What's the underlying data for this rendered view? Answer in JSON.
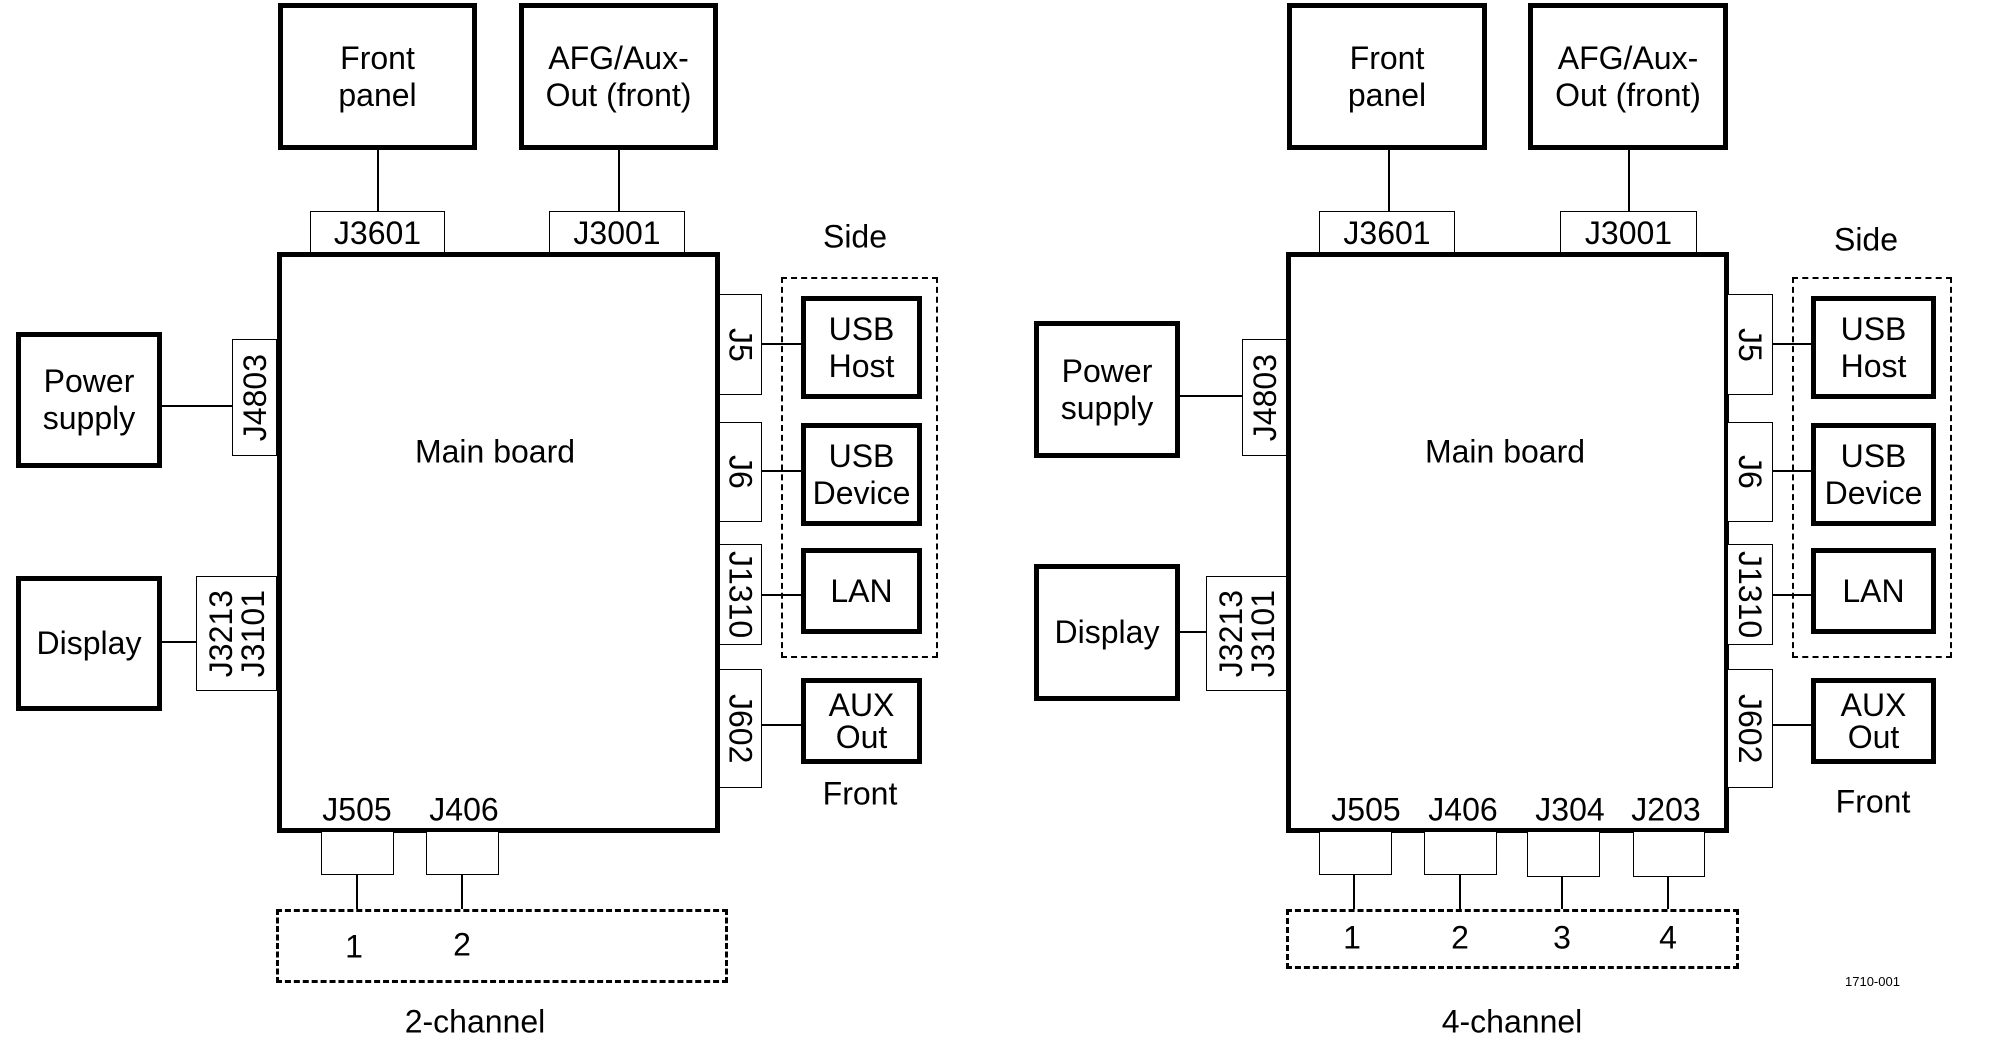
{
  "figure_id": "1710-001",
  "diagrams": [
    {
      "caption": "2-channel",
      "main_board": "Main board",
      "top_components": [
        {
          "label": "Front\npanel",
          "connector": "J3601"
        },
        {
          "label": "AFG/Aux-\nOut (front)",
          "connector": "J3001"
        }
      ],
      "left_components": [
        {
          "label": "Power\nsupply",
          "connector": "J4803"
        },
        {
          "label": "Display",
          "connector_lines": [
            "J3213",
            "J3101"
          ]
        }
      ],
      "side_group_label": "Side",
      "side_components": [
        {
          "label": "USB\nHost",
          "connector": "J5"
        },
        {
          "label": "USB\nDevice",
          "connector": "J6"
        },
        {
          "label": "LAN",
          "connector": "J1310"
        }
      ],
      "front_group_label": "Front",
      "front_components": [
        {
          "label": "AUX\nOut",
          "connector": "J602"
        }
      ],
      "channels": [
        {
          "connector": "J505",
          "number": "1"
        },
        {
          "connector": "J406",
          "number": "2"
        }
      ]
    },
    {
      "caption": "4-channel",
      "main_board": "Main board",
      "top_components": [
        {
          "label": "Front\npanel",
          "connector": "J3601"
        },
        {
          "label": "AFG/Aux-\nOut (front)",
          "connector": "J3001"
        }
      ],
      "left_components": [
        {
          "label": "Power\nsupply",
          "connector": "J4803"
        },
        {
          "label": "Display",
          "connector_lines": [
            "J3213",
            "J3101"
          ]
        }
      ],
      "side_group_label": "Side",
      "side_components": [
        {
          "label": "USB\nHost",
          "connector": "J5"
        },
        {
          "label": "USB\nDevice",
          "connector": "J6"
        },
        {
          "label": "LAN",
          "connector": "J1310"
        }
      ],
      "front_group_label": "Front",
      "front_components": [
        {
          "label": "AUX\nOut",
          "connector": "J602"
        }
      ],
      "channels": [
        {
          "connector": "J505",
          "number": "1"
        },
        {
          "connector": "J406",
          "number": "2"
        },
        {
          "connector": "J304",
          "number": "3"
        },
        {
          "connector": "J203",
          "number": "4"
        }
      ]
    }
  ]
}
